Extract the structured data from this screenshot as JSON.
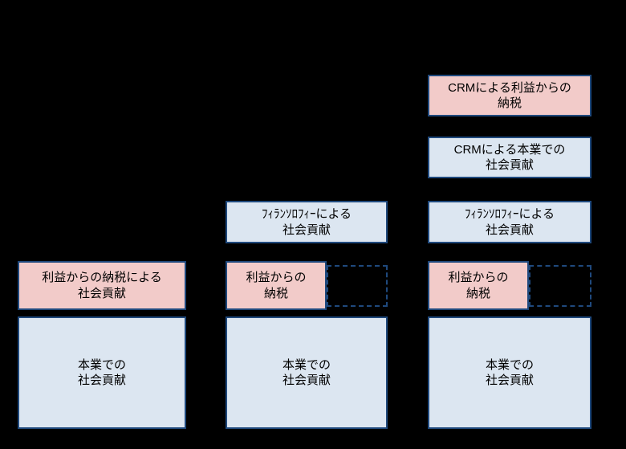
{
  "diagram": {
    "description": "three-stage stacked box diagram of corporate social contribution",
    "columns": [
      {
        "name": "stage-1",
        "boxes": {
          "tax_contribution": {
            "text": "利益からの納税による\n社会貢献",
            "fill": "pink"
          },
          "core_business": {
            "text": "本業での\n社会貢献",
            "fill": "blue"
          }
        }
      },
      {
        "name": "stage-2",
        "boxes": {
          "philanthropy": {
            "text": "ﾌｨﾗﾝｿﾛﾌｨｰによる\n社会貢献",
            "fill": "blue"
          },
          "profit_tax": {
            "text": "利益からの\n納税",
            "fill": "pink"
          },
          "placeholder": {
            "text": "",
            "fill": "none",
            "style": "dashed"
          },
          "core_business": {
            "text": "本業での\n社会貢献",
            "fill": "blue"
          }
        }
      },
      {
        "name": "stage-3",
        "boxes": {
          "crm_profit_tax": {
            "text": "CRMによる利益からの\n納税",
            "fill": "pink"
          },
          "crm_core_contribution": {
            "text": "CRMによる本業での\n社会貢献",
            "fill": "blue"
          },
          "philanthropy": {
            "text": "ﾌｨﾗﾝｿﾛﾌｨｰによる\n社会貢献",
            "fill": "blue"
          },
          "profit_tax": {
            "text": "利益からの\n納税",
            "fill": "pink"
          },
          "placeholder": {
            "text": "",
            "fill": "none",
            "style": "dashed"
          },
          "core_business": {
            "text": "本業での\n社会貢献",
            "fill": "blue"
          }
        }
      }
    ]
  },
  "colors": {
    "background": "#000000",
    "box-border": "#1F497D",
    "pink-fill": "#F2CBC9",
    "blue-fill": "#DCE6F1",
    "text": "#000000"
  }
}
